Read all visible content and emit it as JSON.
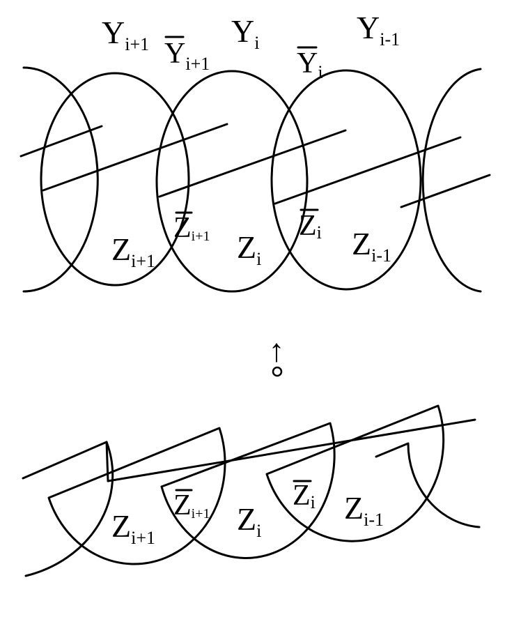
{
  "top_labels": {
    "y_i_plus_1": {
      "base": "Y",
      "sub": "i+1"
    },
    "y_i": {
      "base": "Y",
      "sub": "i"
    },
    "y_i_minus_1": {
      "base": "Y",
      "sub": "i-1"
    },
    "ybar_i_plus_1": {
      "base": "Y",
      "sub": "i+1"
    },
    "ybar_i": {
      "base": "Y",
      "sub": "i"
    },
    "z_i_plus_1": {
      "base": "Z",
      "sub": "i+1"
    },
    "z_i": {
      "base": "Z",
      "sub": "i"
    },
    "z_i_minus_1": {
      "base": "Z",
      "sub": "i-1"
    },
    "zbar_i_plus_1": {
      "base": "Z",
      "sub": "i+1"
    },
    "zbar_i": {
      "base": "Z",
      "sub": "i"
    }
  },
  "bottom_labels": {
    "z_i_plus_1": {
      "base": "Z",
      "sub": "i+1"
    },
    "z_i": {
      "base": "Z",
      "sub": "i"
    },
    "z_i_minus_1": {
      "base": "Z",
      "sub": "i-1"
    },
    "zbar_i_plus_1": {
      "base": "Z",
      "sub": "i+1"
    },
    "zbar_i": {
      "base": "Z",
      "sub": "i"
    }
  },
  "map_symbol": "↑"
}
